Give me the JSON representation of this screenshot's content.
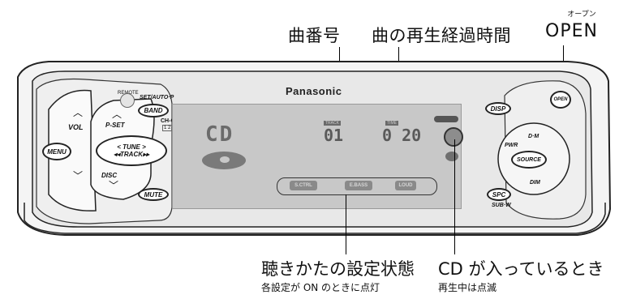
{
  "callouts": {
    "track_number": "曲番号",
    "elapsed_time": "曲の再生経過時間",
    "open_ruby": "オープン",
    "open": "OPEN",
    "sound_settings": "聴きかたの設定状態",
    "sound_settings_note": "各設定が ON のときに点灯",
    "cd_inserted": "CD が入っているとき",
    "cd_inserted_note": "再生中は点滅"
  },
  "unit": {
    "brand": "Panasonic",
    "remote": "REMOTE",
    "set_autop": "SET/AUTO·P",
    "band": "BAND",
    "chc": "CH-C",
    "chc_nums": "1 2",
    "vol": "VOL",
    "menu": "MENU",
    "pset": "P-SET",
    "tune": "< TUNE >",
    "track": "◂◂TRACK▸▸",
    "disc": "DISC",
    "mute": "MUTE",
    "disp": "DISP",
    "open_btn": "OPEN",
    "pwr": "PWR",
    "dm": "D·M",
    "source": "SOURCE",
    "dim": "DIM",
    "spc": "SPC",
    "subw": "SUB·W"
  },
  "lcd": {
    "cd_text": "CD",
    "track_label": "TRACK",
    "track_value": "01",
    "time_label": "TIME",
    "time_value": "0 20",
    "indicators": [
      "S.CTRL",
      "E.BASS",
      "LOUD"
    ]
  }
}
